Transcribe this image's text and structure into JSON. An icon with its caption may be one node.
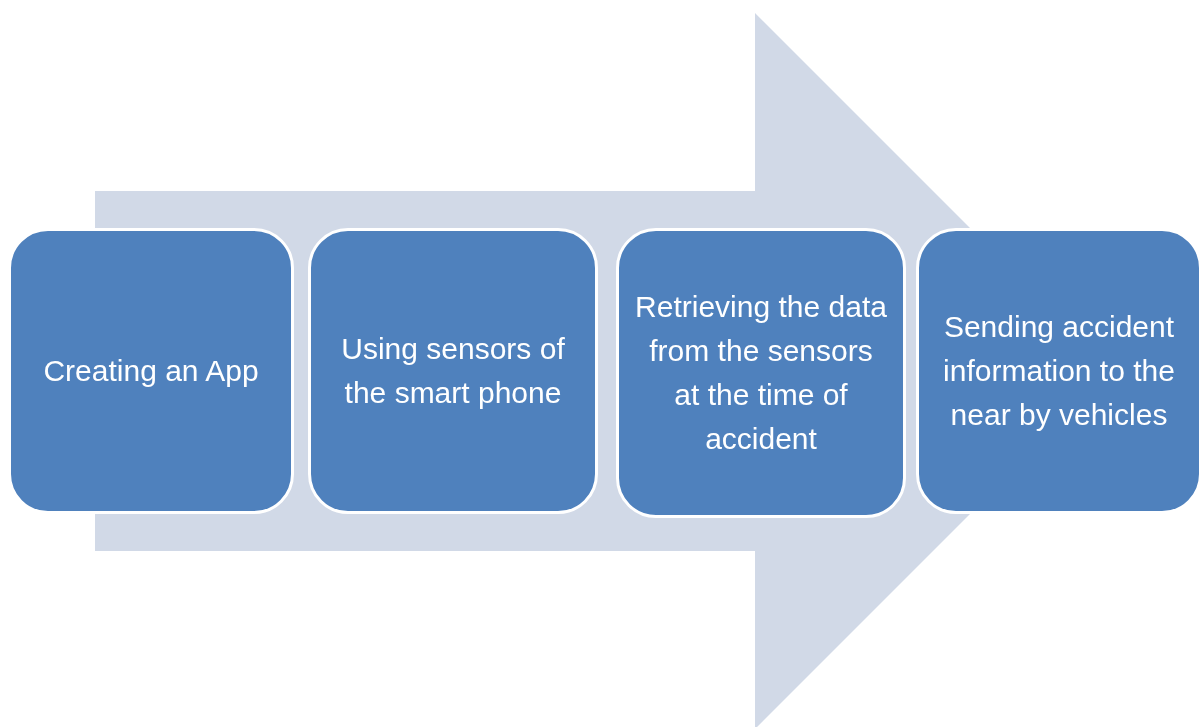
{
  "diagram": {
    "nodes": [
      {
        "text": [
          "Creating an App"
        ]
      },
      {
        "text": [
          "Using sensors of the smart phone"
        ]
      },
      {
        "text": [
          "Retrieving the data from the sensors at the time of accident"
        ]
      },
      {
        "text": [
          "Sending accident information to the near by vehicles"
        ]
      }
    ],
    "edges": [
      {
        "from": 0,
        "to": 3,
        "arrow": "to"
      }
    ]
  }
}
